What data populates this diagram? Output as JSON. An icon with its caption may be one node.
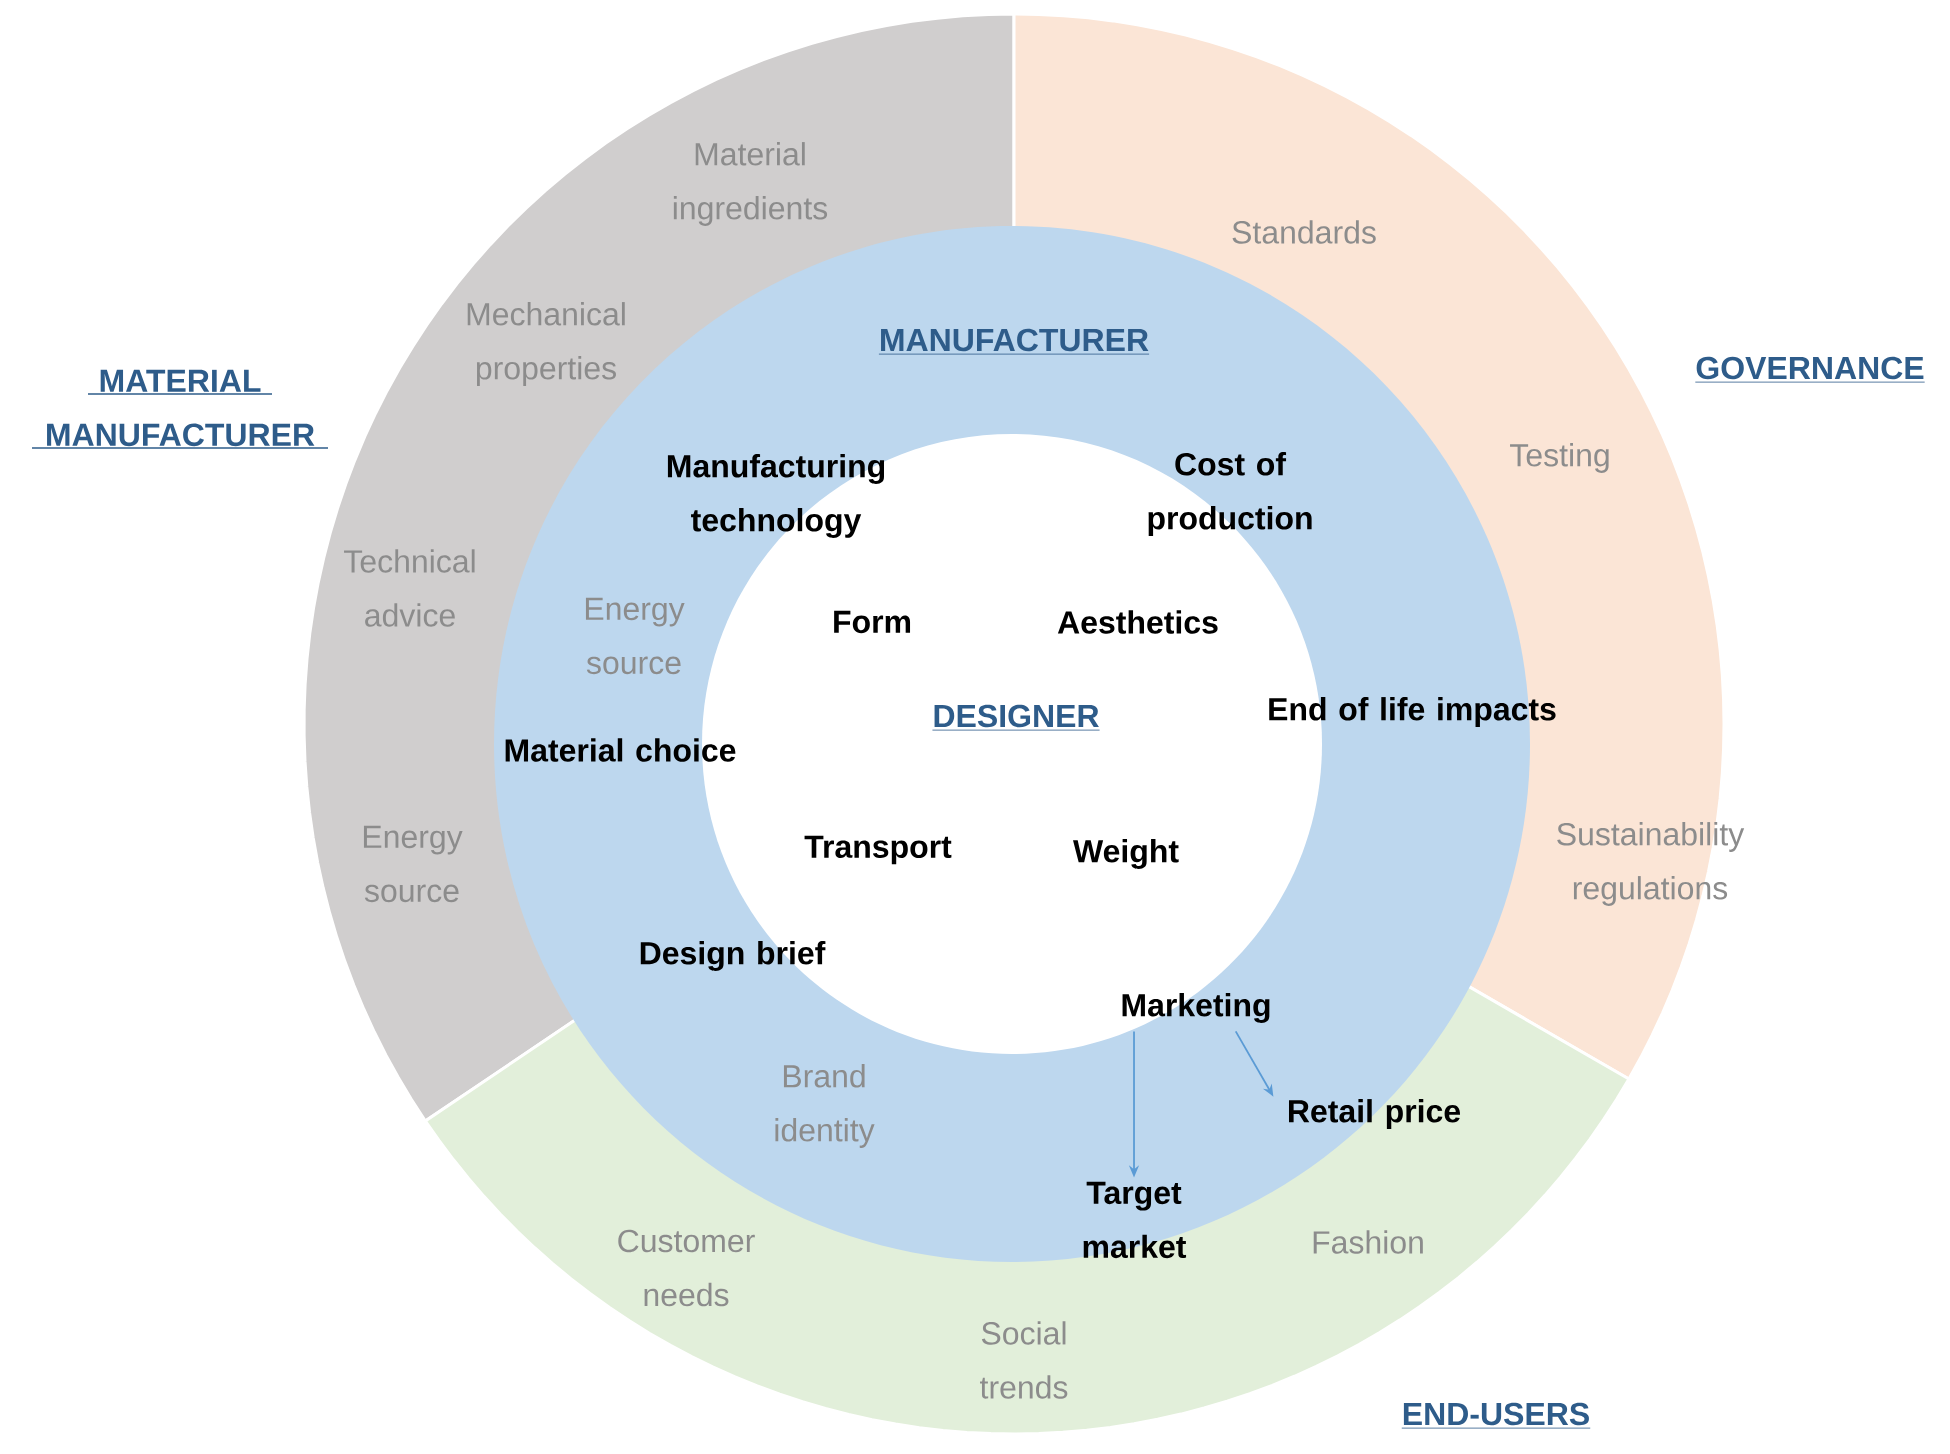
{
  "diagram": {
    "nodes": [
      {
        "text": [
          "MATERIAL MANUFACTURER"
        ]
      },
      {
        "text": [
          "GOVERNANCE"
        ]
      },
      {
        "text": [
          "END-USERS"
        ]
      },
      {
        "text": [
          "MANUFACTURER"
        ]
      },
      {
        "text": [
          "DESIGNER"
        ]
      },
      {
        "text": [
          "Marketing"
        ]
      },
      {
        "text": [
          "Retail price"
        ]
      },
      {
        "text": [
          "Target market"
        ]
      }
    ],
    "edges": [
      {
        "from": 5,
        "to": 7,
        "arrow": "to"
      },
      {
        "from": 5,
        "to": 6,
        "arrow": "to"
      }
    ],
    "labels": [
      "Material ingredients",
      "Standards",
      "Mechanical properties",
      "Testing",
      "Manufacturing technology",
      "Cost of production",
      "Technical advice",
      "Form",
      "Aesthetics",
      "Energy source",
      "End of life impacts",
      "Material choice",
      "Transport",
      "Weight",
      "Energy source",
      "Sustainability regulations",
      "Design brief",
      "Brand identity",
      "Fashion",
      "Customer needs",
      "Social trends"
    ]
  }
}
